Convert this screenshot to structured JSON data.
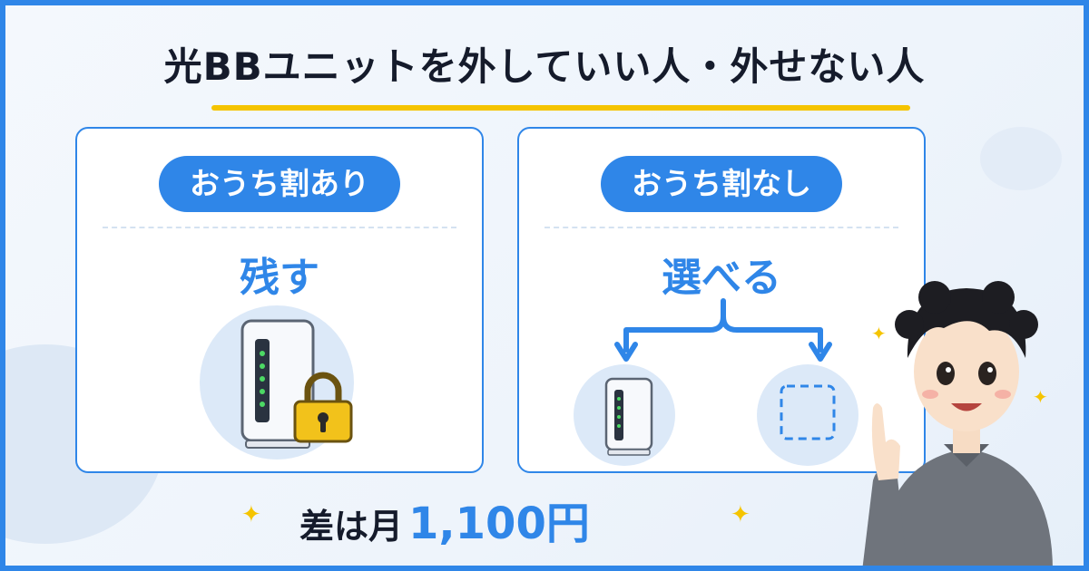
{
  "title": "光BBユニットを外していい人・外せない人",
  "panels": [
    {
      "label": "おうち割あり",
      "verdict": "残す"
    },
    {
      "label": "おうち割なし",
      "verdict": "選べる"
    }
  ],
  "bottom": {
    "prefix": "差は月",
    "amount": "1,100円"
  },
  "colors": {
    "accent": "#2f86e8",
    "highlight": "#f5c400",
    "text": "#151b2b"
  },
  "icons": [
    "router-icon",
    "padlock-icon",
    "dashed-square-icon",
    "branch-arrow-icon",
    "sparkle-icon"
  ]
}
